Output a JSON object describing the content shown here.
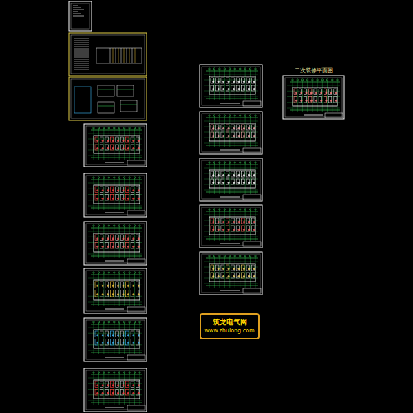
{
  "diagram": {
    "nodes": [
      {
        "text": [
          "筑龙电气网",
          "www.zhulong.com"
        ]
      }
    ],
    "labels": [
      "二次装修平面图"
    ]
  }
}
